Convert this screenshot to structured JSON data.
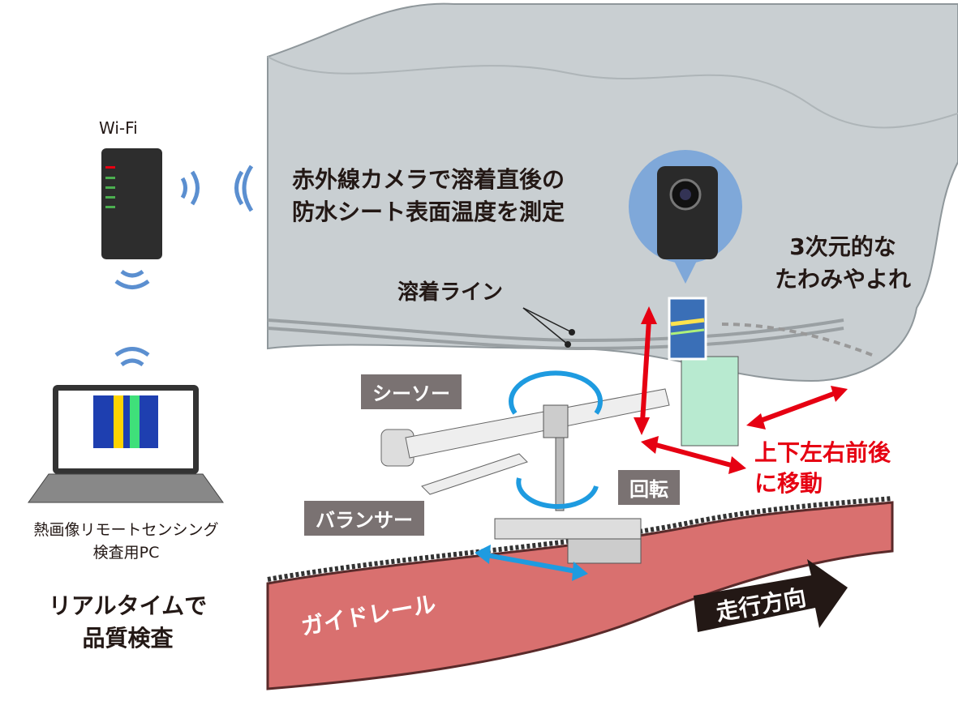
{
  "wifi_label": "Wi-Fi",
  "camera_caption": [
    "赤外線カメラで溶着直後の",
    "防水シート表面温度を測定"
  ],
  "deformation_caption": [
    "3次元的な",
    "たわみやよれ"
  ],
  "weld_line_label": "溶着ライン",
  "seesaw_label": "シーソー",
  "balancer_label": "バランサー",
  "rotation_label": "回転",
  "movement_caption": [
    "上下左右前後",
    "に移動"
  ],
  "guide_rail_label": "ガイドレール",
  "direction_label": "走行方向",
  "pc_caption": [
    "熱画像リモートセンシング",
    "検査用PC"
  ],
  "conclusion": [
    "リアルタイムで",
    "品質検査"
  ],
  "colors": {
    "sheet": "#c9cfd2",
    "rail": "#d9706f",
    "accent_blue": "#1e9be0",
    "accent_red": "#e60012",
    "tag": "#7a7272"
  }
}
